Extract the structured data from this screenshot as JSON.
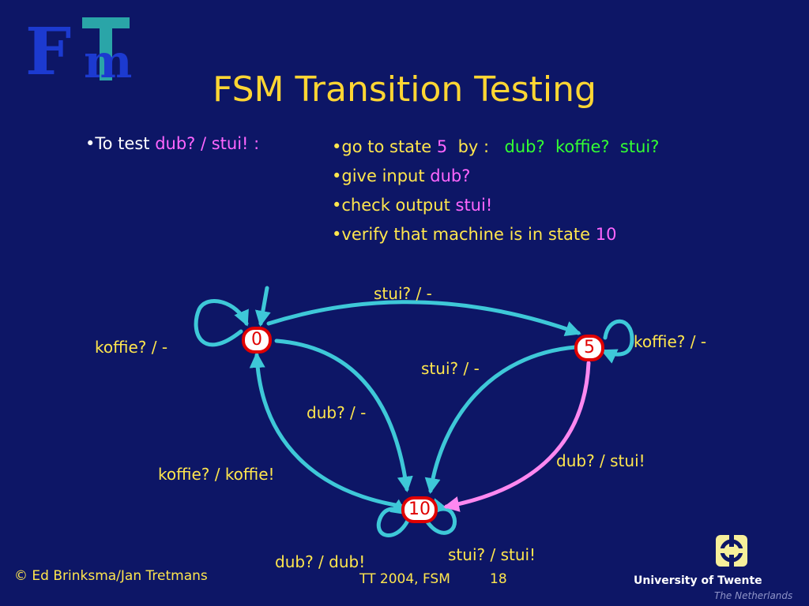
{
  "slide": {
    "title": "FSM  Transition Testing",
    "left_bullet": {
      "prefix": "•To test",
      "value": "dub? / stui! :"
    },
    "steps": [
      {
        "prefix": "•go to state ",
        "state": "5",
        "by": "  by : ",
        "seq": "dub?  koffie?  stui?"
      },
      {
        "prefix": "•give input ",
        "value": "dub?"
      },
      {
        "prefix": "•check output ",
        "value": "stui!"
      },
      {
        "prefix": "•verify that machine is in state ",
        "value": "10"
      }
    ]
  },
  "diagram": {
    "states": [
      "0",
      "5",
      "10"
    ],
    "transitions": [
      {
        "label": "stui? / -"
      },
      {
        "label": "koffie? / -"
      },
      {
        "label": "koffie? / -"
      },
      {
        "label": "stui? / -"
      },
      {
        "label": "dub? / -"
      },
      {
        "label": "dub? / stui!"
      },
      {
        "label": "koffie? / koffie!"
      },
      {
        "label": "dub? / dub!"
      },
      {
        "label": "stui? / stui!"
      }
    ]
  },
  "footer": {
    "author": "© Ed Brinksma/Jan Tretmans",
    "course": "TT 2004, FSM",
    "page": "18",
    "university": "University of Twente",
    "country": "The Netherlands"
  },
  "colors": {
    "background": "#0d1666",
    "edge": "#3ec8d8",
    "highlight_edge": "#ff88f0",
    "state_border": "#e00000",
    "text": "#ffe64d"
  }
}
